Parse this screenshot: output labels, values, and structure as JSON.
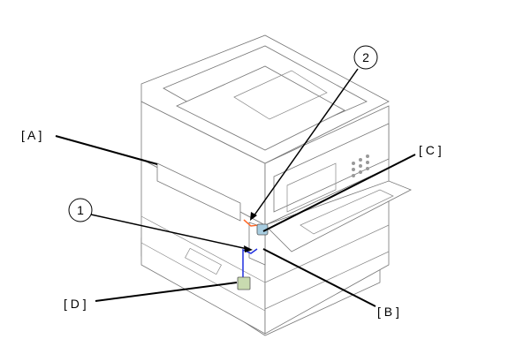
{
  "labels": {
    "A": "[ A ]",
    "B": "[ B ]",
    "C": "[ C ]",
    "D": "[ D ]"
  },
  "callouts": {
    "one": "1",
    "two": "2"
  },
  "colors": {
    "wire_orange": "#ff6a2a",
    "wire_blue": "#2030e0",
    "part_c": "#a8cde0",
    "part_d": "#c8dab0"
  }
}
